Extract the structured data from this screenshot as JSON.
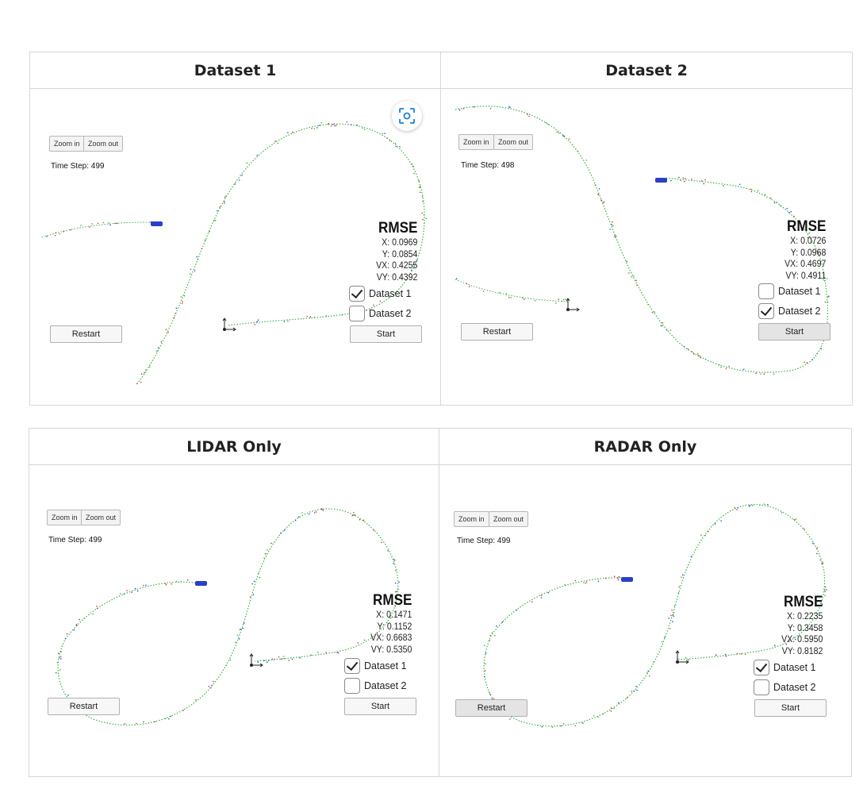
{
  "rows": [
    {
      "panels": [
        {
          "title": "Dataset 1",
          "zoom_in": "Zoom in",
          "zoom_out": "Zoom out",
          "time_step": "Time Step: 499",
          "rmse": {
            "title": "RMSE",
            "x": "X: 0.0969",
            "y": "Y: 0.0854",
            "vx": "VX: 0.4255",
            "vy": "VY: 0.4392"
          },
          "dataset1_label": "Dataset 1",
          "dataset1_checked": true,
          "dataset2_label": "Dataset 2",
          "dataset2_checked": false,
          "restart": "Restart",
          "start": "Start"
        },
        {
          "title": "Dataset 2",
          "zoom_in": "Zoom in",
          "zoom_out": "Zoom out",
          "time_step": "Time Step: 498",
          "rmse": {
            "title": "RMSE",
            "x": "X: 0.0726",
            "y": "Y: 0.0968",
            "vx": "VX: 0.4697",
            "vy": "VY: 0.4911"
          },
          "dataset1_label": "Dataset 1",
          "dataset1_checked": false,
          "dataset2_label": "Dataset 2",
          "dataset2_checked": true,
          "restart": "Restart",
          "start": "Start"
        }
      ]
    },
    {
      "panels": [
        {
          "title": "LIDAR Only",
          "zoom_in": "Zoom in",
          "zoom_out": "Zoom out",
          "time_step": "Time Step: 499",
          "rmse": {
            "title": "RMSE",
            "x": "X: 0.1471",
            "y": "Y: 0.1152",
            "vx": "VX: 0.6683",
            "vy": "VY: 0.5350"
          },
          "dataset1_label": "Dataset 1",
          "dataset1_checked": true,
          "dataset2_label": "Dataset 2",
          "dataset2_checked": false,
          "restart": "Restart",
          "start": "Start"
        },
        {
          "title": "RADAR Only",
          "zoom_in": "Zoom in",
          "zoom_out": "Zoom out",
          "time_step": "Time Step: 499",
          "rmse": {
            "title": "RMSE",
            "x": "X: 0.2235",
            "y": "Y: 0.3458",
            "vx": "VX: 0.5950",
            "vy": "VY: 0.8182"
          },
          "dataset1_label": "Dataset 1",
          "dataset1_checked": true,
          "dataset2_label": "Dataset 2",
          "dataset2_checked": false,
          "restart": "Restart",
          "start": "Start"
        }
      ]
    }
  ],
  "colors": {
    "track_green": "#3cb043",
    "lidar_red": "#d23a3a",
    "radar_blue": "#2f4fd0",
    "car_blue": "#2b3fc7",
    "border": "#d6d6d6",
    "lens_blue": "#1b7fd6"
  },
  "icons": {
    "screenshot_lens": "lens-scan-icon",
    "sensor": "sensor-axes-icon",
    "car": "car-marker-icon"
  }
}
